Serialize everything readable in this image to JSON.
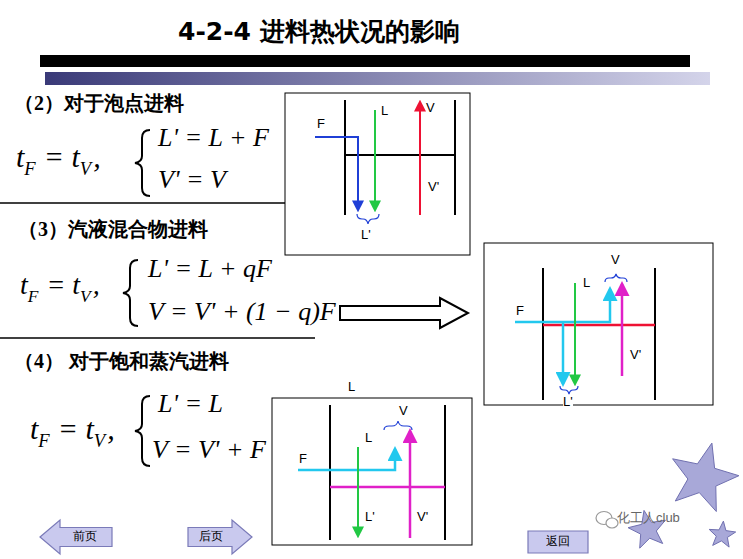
{
  "diagram": {
    "title": "4-2-4 进料热状况的影响",
    "nodes": [
      {
        "text": [
          "前页"
        ]
      },
      {
        "text": [
          "后页"
        ]
      },
      {
        "text": [
          "返回"
        ]
      }
    ],
    "labels": [
      "（2）对于泡点进料",
      "t",
      "F",
      "= t",
      "V",
      ",",
      "L' = L + F",
      "V' = V",
      "（3）汽液混合物进料",
      "t",
      "F",
      "= t",
      "V",
      ",",
      "L' = L + qF",
      "V = V' + (1 − q)F",
      "（4） 对于饱和蒸汽进料",
      "t",
      "F",
      "= t",
      "V",
      ",",
      "L' = L",
      "V = V' + F",
      "F",
      "L",
      "V",
      "V'",
      "L'",
      "V",
      "L",
      "F",
      "V'",
      "L'",
      "L",
      "V",
      "L",
      "F",
      "L'",
      "V'",
      "化工人club"
    ]
  }
}
